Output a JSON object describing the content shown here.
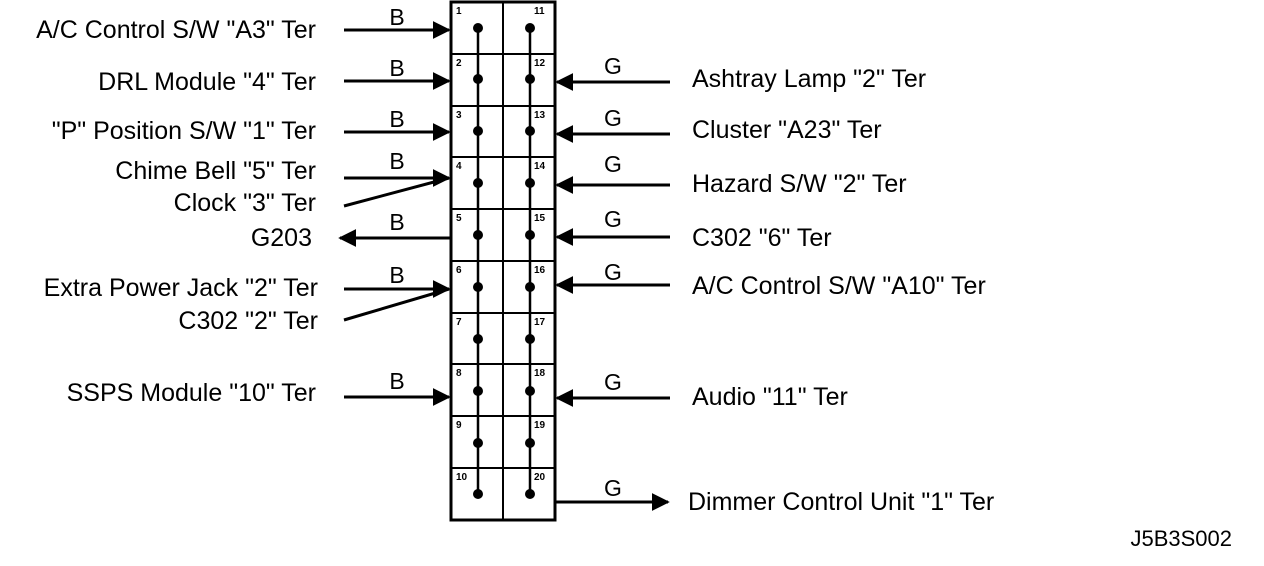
{
  "diagram_id": "J5B3S002",
  "connector": {
    "left_pins": [
      "1",
      "2",
      "3",
      "4",
      "5",
      "6",
      "7",
      "8",
      "9",
      "10"
    ],
    "right_pins": [
      "11",
      "12",
      "13",
      "14",
      "15",
      "16",
      "17",
      "18",
      "19",
      "20"
    ]
  },
  "left_connections": [
    {
      "label": "A/C Control S/W  \"A3\" Ter",
      "wire": "B"
    },
    {
      "label": "DRL Module  \"4\" Ter",
      "wire": "B"
    },
    {
      "label": "\"P\" Position S/W \"1\" Ter",
      "wire": "B"
    },
    {
      "label": "Chime Bell  \"5\" Ter",
      "label2": "Clock \"3\" Ter",
      "wire": "B"
    },
    {
      "label": "G203",
      "wire": "B"
    },
    {
      "label": "Extra Power Jack  \"2\" Ter",
      "label2": "C302 \"2\" Ter",
      "wire": "B"
    },
    {
      "label": "SSPS Module  \"10\" Ter",
      "wire": "B"
    }
  ],
  "right_connections": [
    {
      "label": "Ashtray Lamp  \"2\" Ter",
      "wire": "G"
    },
    {
      "label": "Cluster  \"A23\" Ter",
      "wire": "G"
    },
    {
      "label": "Hazard S/W  \"2\" Ter",
      "wire": "G"
    },
    {
      "label": "C302 \"6\" Ter",
      "wire": "G"
    },
    {
      "label": "A/C Control S/W  \"A10\" Ter",
      "wire": "G"
    },
    {
      "label": "Audio \"11\" Ter",
      "wire": "G"
    },
    {
      "label": "Dimmer Control Unit  \"1\" Ter",
      "wire": "G"
    }
  ]
}
